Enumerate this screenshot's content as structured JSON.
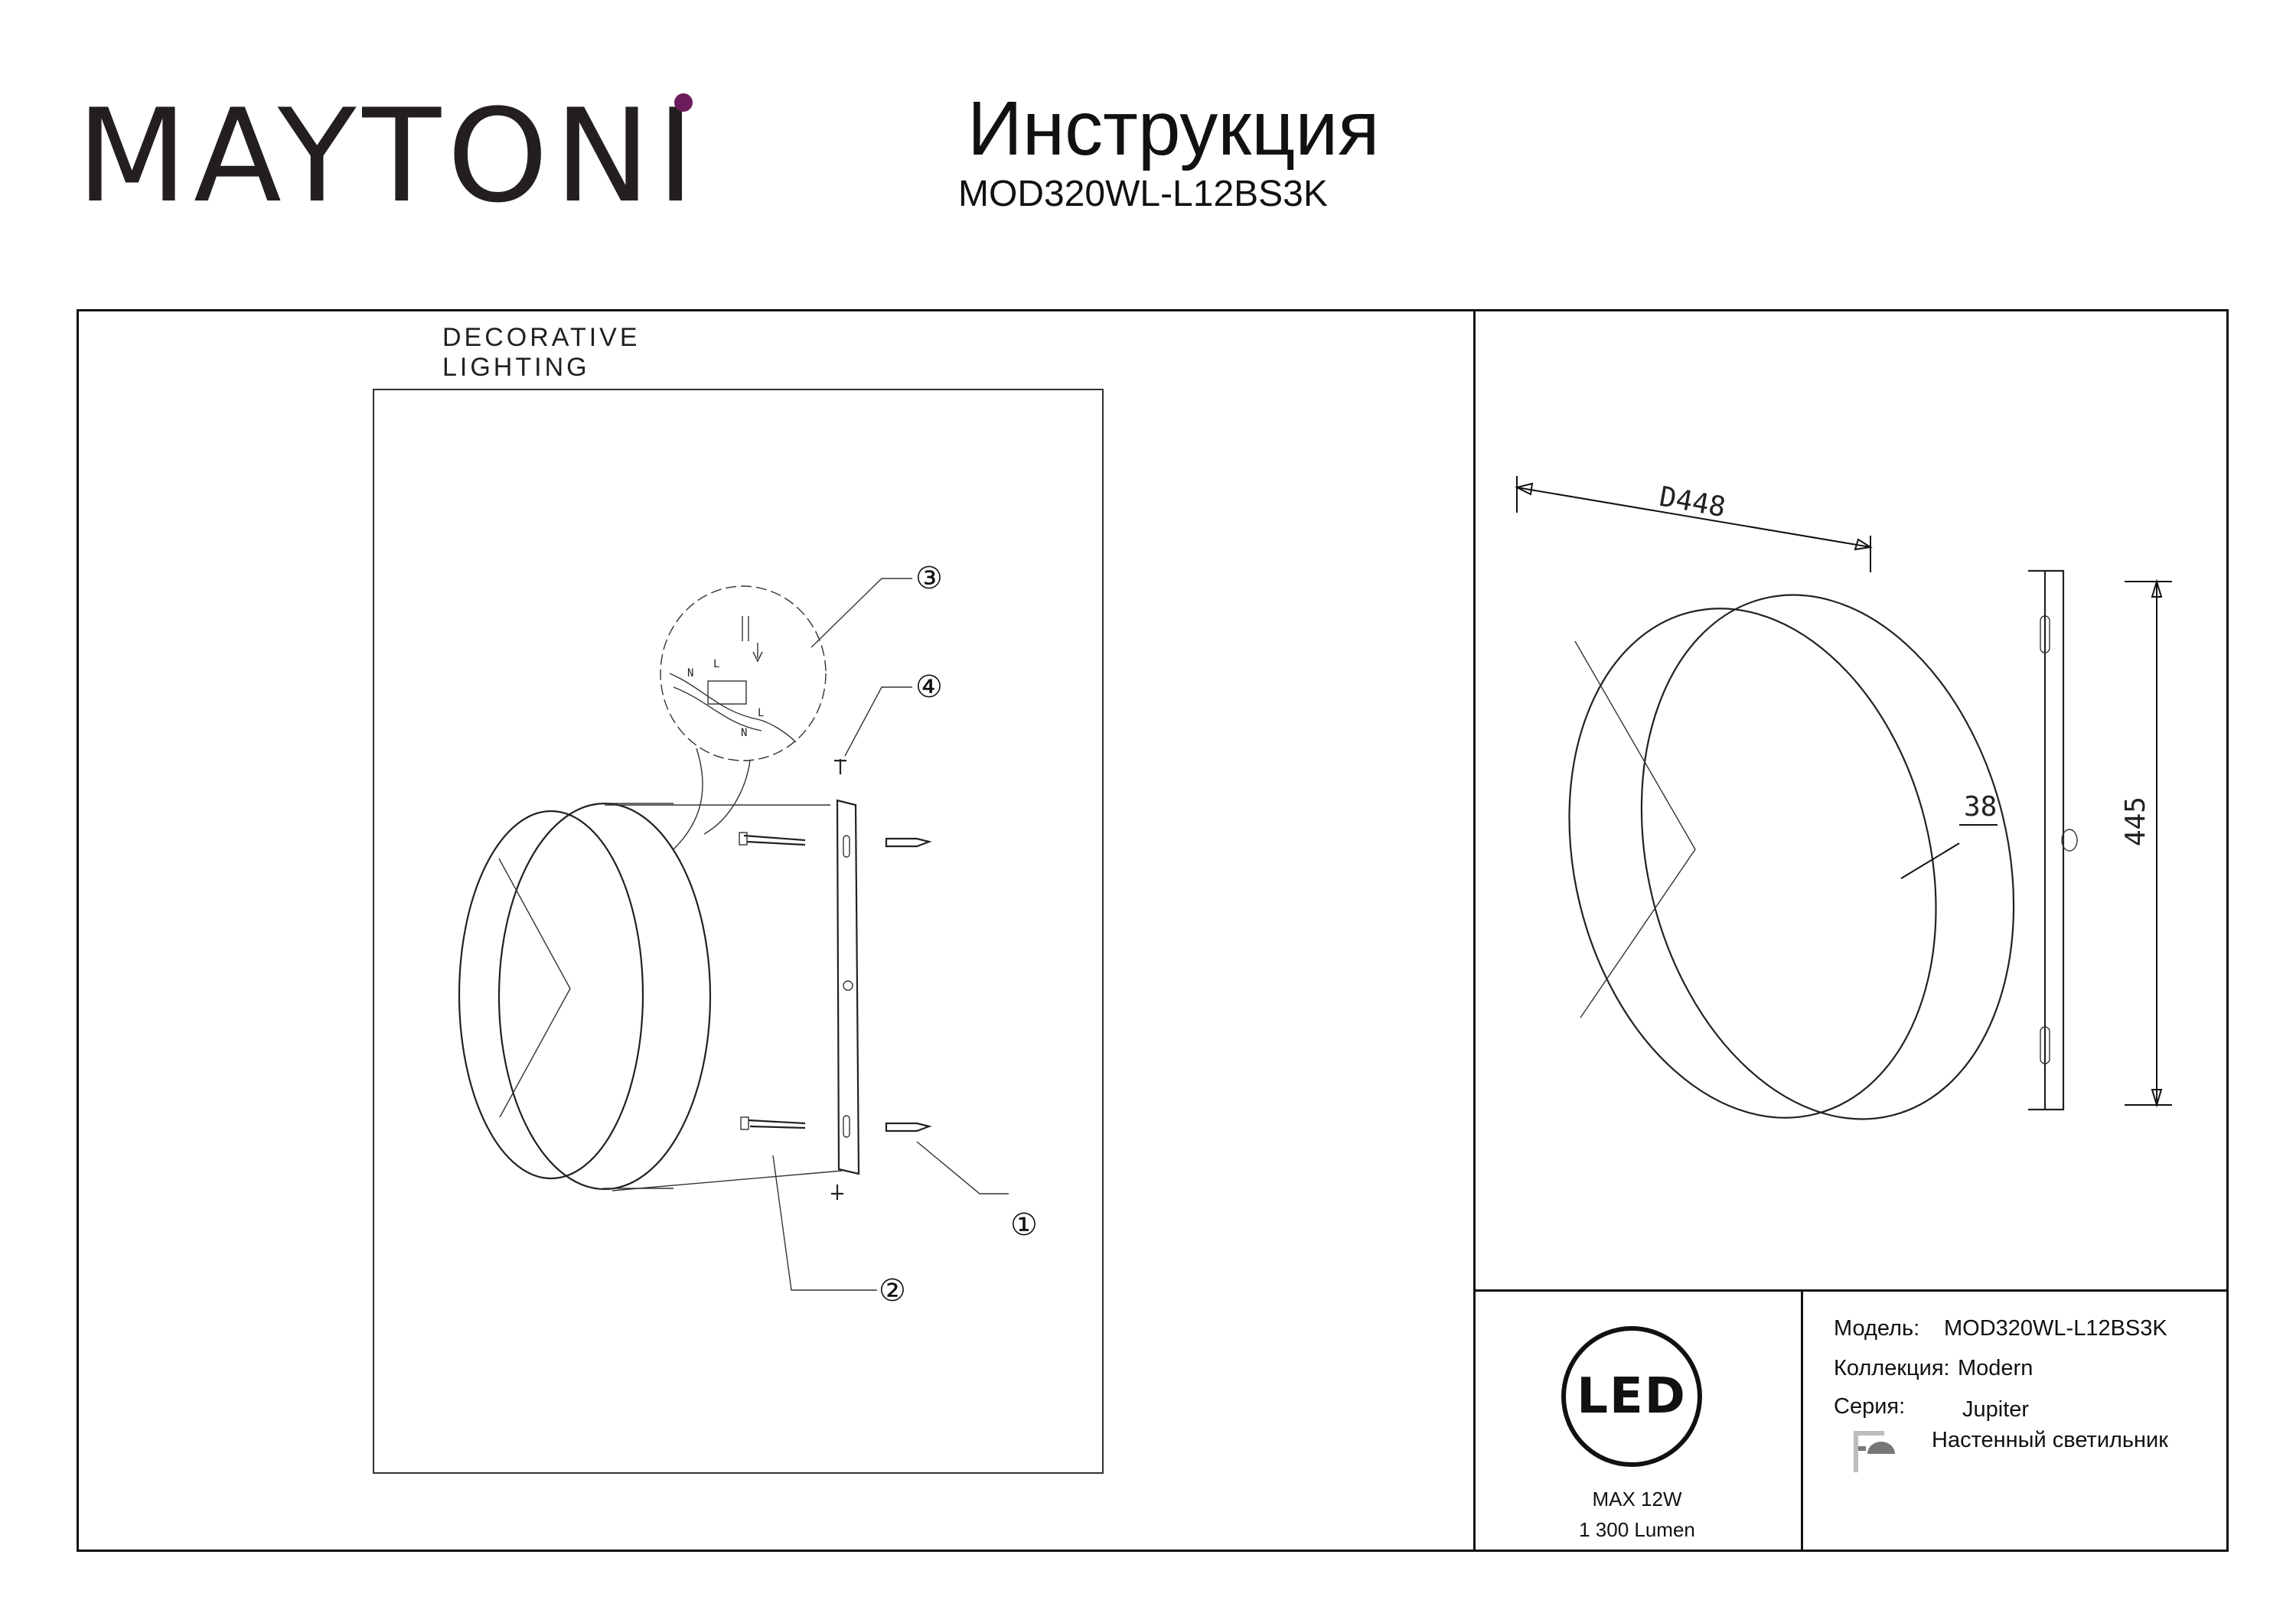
{
  "brand": {
    "wordmark": "MAYTONI",
    "tagline": "DECORATIVE LIGHTING",
    "accent_color": "#6b1d5c"
  },
  "header": {
    "title": "Инструкция",
    "model": "MOD320WL-L12BS3K"
  },
  "assembly": {
    "callouts": [
      "①",
      "②",
      "③",
      "④"
    ],
    "wiring_letters": [
      "N",
      "L",
      "L",
      "N"
    ]
  },
  "dimensions": {
    "diameter": "D448",
    "depth": "38",
    "bracket_length": "445"
  },
  "led": {
    "badge": "LED",
    "power": "MAX 12W",
    "lumen": "1 300 Lumen"
  },
  "specs": {
    "model_label": "Модель:",
    "model_value": "MOD320WL-L12BS3K",
    "collection_label": "Коллекция:",
    "collection_value": "Modern",
    "series_label": "Серия:",
    "series_value": "Jupiter",
    "type_icon": "wall-lamp-icon",
    "type_value": "Настенный светильник"
  }
}
